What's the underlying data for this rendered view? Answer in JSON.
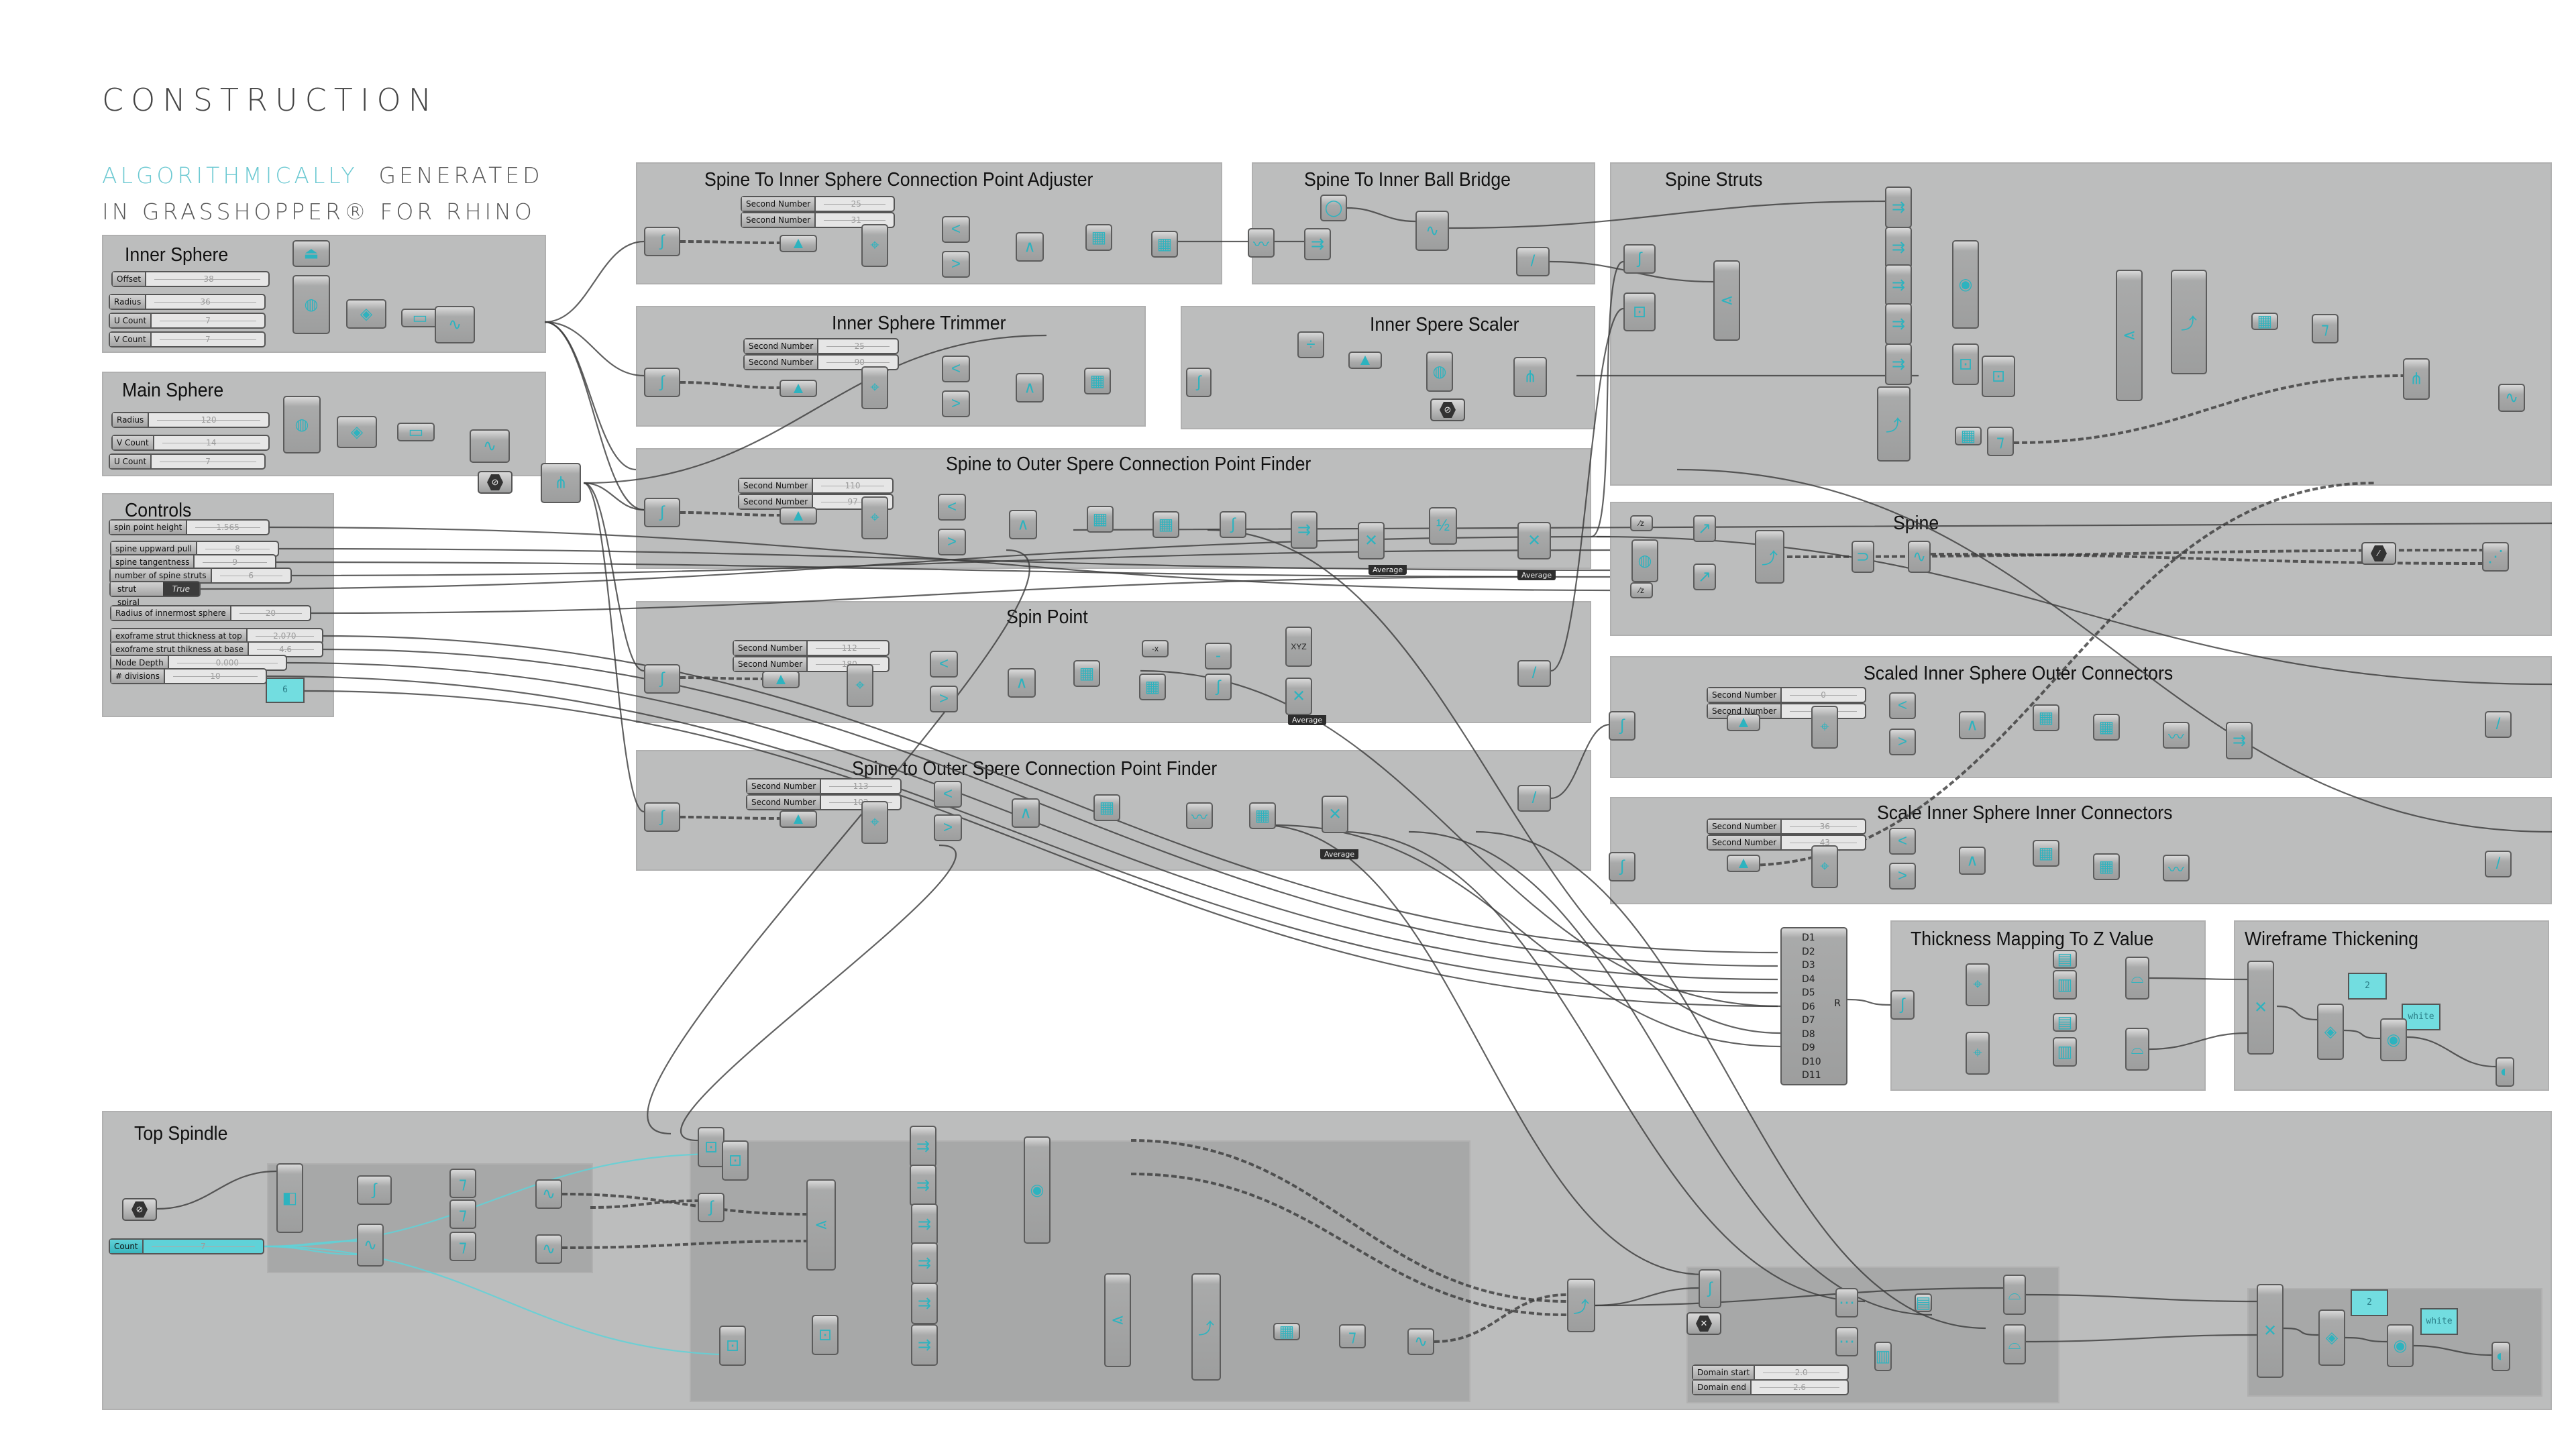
{
  "header": {
    "title": "CONSTRUCTION",
    "subtitle_accent": "ALGORITHMICALLY",
    "subtitle_rest": "GENERATED",
    "subtitle_line2": "IN GRASSHOPPER® FOR RHINO",
    "accent_color": "#6cc9d2"
  },
  "groups": {
    "inner_sphere": {
      "title": "Inner Sphere",
      "sliders": [
        {
          "label": "Offset",
          "value": "-38"
        },
        {
          "label": "Radius",
          "value": "36"
        },
        {
          "label": "U Count",
          "value": "7"
        },
        {
          "label": "V Count",
          "value": "7"
        }
      ]
    },
    "main_sphere": {
      "title": "Main Sphere",
      "sliders": [
        {
          "label": "Radius",
          "value": "120"
        },
        {
          "label": "V Count",
          "value": "14"
        },
        {
          "label": "U Count",
          "value": "7"
        }
      ]
    },
    "controls": {
      "title": "Controls",
      "sliders": [
        {
          "label": "spin point height",
          "value": "1.565"
        },
        {
          "label": "spine uppward pull",
          "value": "8"
        },
        {
          "label": "spine tangentness",
          "value": "9"
        },
        {
          "label": "number of spine struts",
          "value": "6"
        },
        {
          "label": "Radius of innermost sphere",
          "value": "20"
        },
        {
          "label": "exoframe strut thickness at top",
          "value": "2.070"
        },
        {
          "label": "exoframe strut thikness at base",
          "value": "4.6"
        },
        {
          "label": "Node Depth",
          "value": "0.000"
        },
        {
          "label": "# divisions",
          "value": "10"
        }
      ],
      "toggle": {
        "label": "strut spiral",
        "value": "True"
      },
      "panel_value": "6"
    },
    "spine_to_inner_adjuster": {
      "title": "Spine To Inner Sphere Connection Point Adjuster",
      "sliders": [
        {
          "label": "Second Number",
          "value": "-25"
        },
        {
          "label": "Second Number",
          "value": "-31"
        }
      ]
    },
    "spine_to_inner_ball_bridge": {
      "title": "Spine To Inner Ball Bridge"
    },
    "spine_struts": {
      "title": "Spine Struts"
    },
    "inner_sphere_trimmer": {
      "title": "Inner Sphere Trimmer",
      "sliders": [
        {
          "label": "Second Number",
          "value": "-25"
        },
        {
          "label": "Second Number",
          "value": "-90"
        }
      ]
    },
    "inner_spere_scaler": {
      "title": "Inner Spere Scaler"
    },
    "spine_to_outer_finder_1": {
      "title": "Spine to Outer Spere Connection Point Finder",
      "sliders": [
        {
          "label": "Second Number",
          "value": "110"
        },
        {
          "label": "Second Number",
          "value": "97"
        }
      ],
      "badge": "Average",
      "badge2": "Average"
    },
    "spin_point": {
      "title": "Spin Point",
      "sliders": [
        {
          "label": "Second Number",
          "value": "-112"
        },
        {
          "label": "Second Number",
          "value": "-180"
        }
      ],
      "badge": "Average"
    },
    "spine_to_outer_finder_2": {
      "title": "Spine to Outer Spere Connection Point Finder",
      "sliders": [
        {
          "label": "Second Number",
          "value": "113"
        },
        {
          "label": "Second Number",
          "value": "102"
        }
      ],
      "badge": "Average"
    },
    "spine": {
      "title": "Spine"
    },
    "scaled_outer_connectors": {
      "title": "Scaled Inner Sphere  Outer Connectors",
      "sliders": [
        {
          "label": "Second Number",
          "value": "0"
        },
        {
          "label": "Second Number",
          "value": "-23"
        }
      ]
    },
    "scaled_inner_connectors": {
      "title": "Scale Inner Sphere Inner Connectors",
      "sliders": [
        {
          "label": "Second Number",
          "value": "-36"
        },
        {
          "label": "Second Number",
          "value": "-43"
        }
      ]
    },
    "thickness_mapping": {
      "title": "Thickness Mapping To Z Value"
    },
    "wireframe_thickening": {
      "title": "Wireframe Thickening",
      "panel_value": "2",
      "color_value": "white"
    },
    "top_spindle": {
      "title": "Top Spindle",
      "count_slider": {
        "label": "Count",
        "value": "7"
      },
      "domain_start": {
        "label": "Domain start",
        "value": "2.0"
      },
      "domain_end": {
        "label": "Domain end",
        "value": "2.6"
      },
      "panel_value": "2",
      "color_value": "white"
    }
  },
  "merge_outputs": [
    "D1",
    "D2",
    "D3",
    "D4",
    "D5",
    "D6",
    "D7",
    "D8",
    "D9",
    "D10",
    "D11"
  ],
  "colors": {
    "canvas_group": "#bcbdbd",
    "wire": "#3a3a3a",
    "cyan": "#5fd2d8"
  }
}
